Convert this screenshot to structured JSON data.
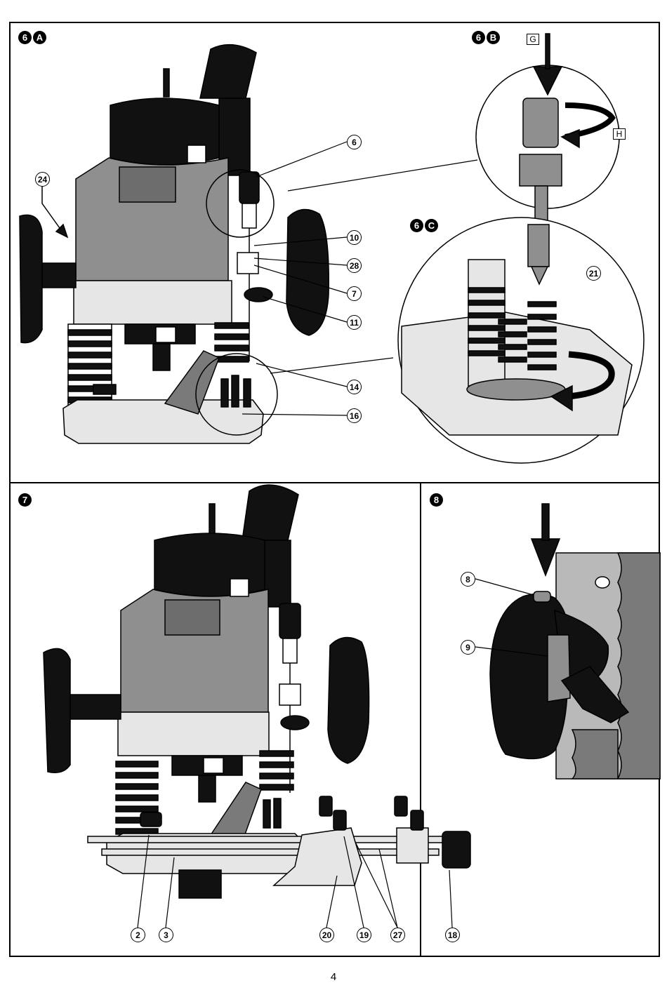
{
  "figures": {
    "fig_6a": {
      "num": "6",
      "letter": "A"
    },
    "fig_6b": {
      "num": "6",
      "letter": "B"
    },
    "fig_6c": {
      "num": "6",
      "letter": "C"
    },
    "fig_7": {
      "num": "7"
    },
    "fig_8": {
      "num": "8"
    }
  },
  "box_labels": {
    "g": "G",
    "h": "H"
  },
  "callouts_6": {
    "c6": "6",
    "c24": "24",
    "c10": "10",
    "c28": "28",
    "c7": "7",
    "c11": "11",
    "c14": "14",
    "c16": "16",
    "c21": "21"
  },
  "callouts_7": {
    "c2": "2",
    "c3": "3",
    "c20": "20",
    "c19": "19",
    "c27": "27",
    "c18": "18"
  },
  "callouts_8": {
    "c8": "8",
    "c9": "9"
  },
  "page_number": "4",
  "colors": {
    "housing": "#8f8f8f",
    "dark": "#111111",
    "light": "#e6e6e6",
    "wall": "#7a7a7a"
  }
}
